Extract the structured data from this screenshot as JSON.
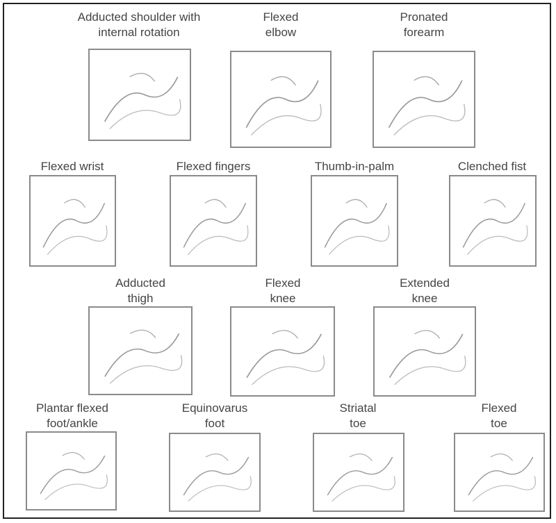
{
  "items": [
    {
      "label1": "Adducted shoulder with",
      "label2": "internal rotation"
    },
    {
      "label1": "Flexed",
      "label2": "elbow"
    },
    {
      "label1": "Pronated",
      "label2": "forearm"
    },
    {
      "label1": "Flexed wrist",
      "label2": ""
    },
    {
      "label1": "Flexed fingers",
      "label2": ""
    },
    {
      "label1": "Thumb-in-palm",
      "label2": ""
    },
    {
      "label1": "Clenched fist",
      "label2": ""
    },
    {
      "label1": "Adducted",
      "label2": "thigh"
    },
    {
      "label1": "Flexed",
      "label2": "knee"
    },
    {
      "label1": "Extended",
      "label2": "knee"
    },
    {
      "label1": "Plantar flexed",
      "label2": "foot/ankle"
    },
    {
      "label1": "Equinovarus",
      "label2": "foot"
    },
    {
      "label1": "Striatal",
      "label2": "toe"
    },
    {
      "label1": "Flexed",
      "label2": "toe"
    }
  ]
}
